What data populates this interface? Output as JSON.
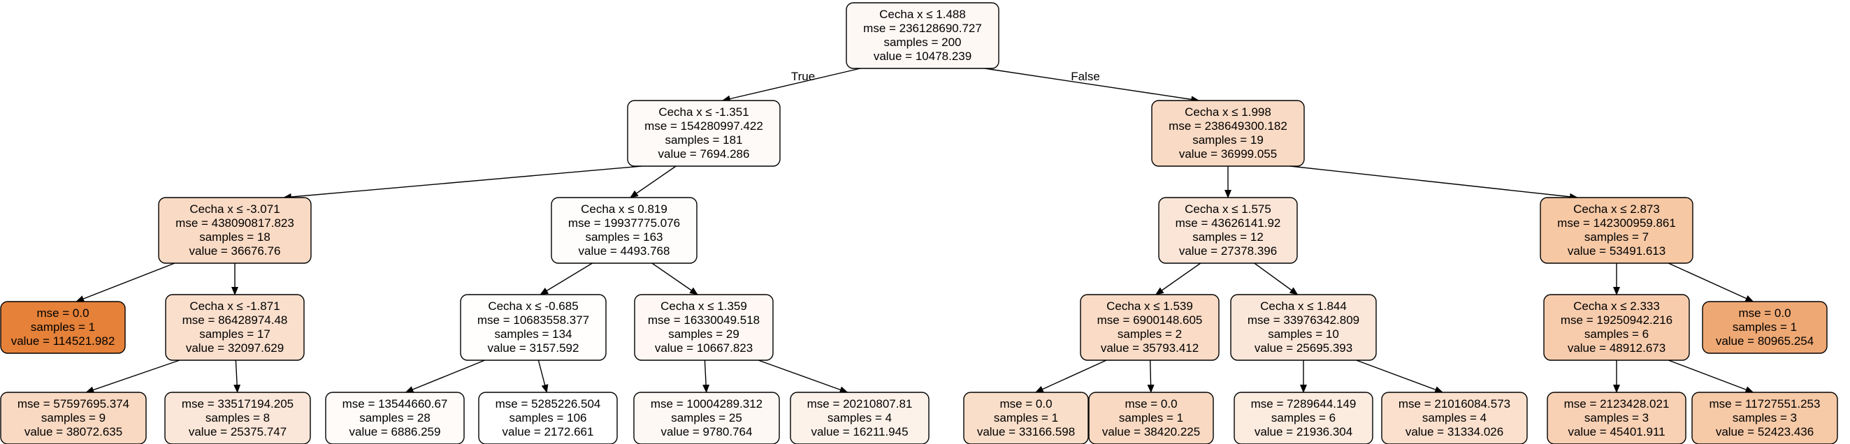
{
  "tree": {
    "nodes": [
      {
        "id": 0,
        "lines": [
          "Cecha x ≤ 1.488",
          "mse = 236128690.727",
          "samples = 200",
          "value = 10478.239"
        ],
        "fill": "#fef8f5"
      },
      {
        "id": 1,
        "lines": [
          "Cecha x ≤ -1.351",
          "mse = 154280997.422",
          "samples = 181",
          "value = 7694.286"
        ],
        "fill": "#fefaf7"
      },
      {
        "id": 2,
        "lines": [
          "Cecha x ≤ 1.998",
          "mse = 238649300.182",
          "samples = 19",
          "value = 36999.055"
        ],
        "fill": "#f9dac4"
      },
      {
        "id": 3,
        "lines": [
          "Cecha x ≤ -3.071",
          "mse = 438090817.823",
          "samples = 18",
          "value = 36676.76"
        ],
        "fill": "#f9dac4"
      },
      {
        "id": 4,
        "lines": [
          "Cecha x ≤ 0.819",
          "mse = 19937775.076",
          "samples = 163",
          "value = 4493.768"
        ],
        "fill": "#fffdfc"
      },
      {
        "id": 5,
        "lines": [
          "Cecha x ≤ 1.575",
          "mse = 43626141.92",
          "samples = 12",
          "value = 27378.396"
        ],
        "fill": "#fbe5d6"
      },
      {
        "id": 6,
        "lines": [
          "Cecha x ≤ 2.873",
          "mse = 142300959.861",
          "samples = 7",
          "value = 53491.613"
        ],
        "fill": "#f6c8a4"
      },
      {
        "id": 7,
        "lines": [
          "mse = 0.0",
          "samples = 1",
          "value = 114521.982"
        ],
        "fill": "#e58139"
      },
      {
        "id": 8,
        "lines": [
          "Cecha x ≤ -1.871",
          "mse = 86428974.48",
          "samples = 17",
          "value = 32097.629"
        ],
        "fill": "#fadfcd"
      },
      {
        "id": 9,
        "lines": [
          "Cecha x ≤ -0.685",
          "mse = 10683558.377",
          "samples = 134",
          "value = 3157.592"
        ],
        "fill": "#fffefd"
      },
      {
        "id": 10,
        "lines": [
          "Cecha x ≤ 1.359",
          "mse = 16330049.518",
          "samples = 29",
          "value = 10667.823"
        ],
        "fill": "#fef7f3"
      },
      {
        "id": 11,
        "lines": [
          "Cecha x ≤ 1.539",
          "mse = 6900148.605",
          "samples = 2",
          "value = 35793.412"
        ],
        "fill": "#f9dbc6"
      },
      {
        "id": 12,
        "lines": [
          "Cecha x ≤ 1.844",
          "mse = 33976342.809",
          "samples = 10",
          "value = 25695.393"
        ],
        "fill": "#fbe7d9"
      },
      {
        "id": 13,
        "lines": [
          "Cecha x ≤ 2.333",
          "mse = 19250942.216",
          "samples = 6",
          "value = 48912.673"
        ],
        "fill": "#f7ccad"
      },
      {
        "id": 14,
        "lines": [
          "mse = 0.0",
          "samples = 1",
          "value = 80965.254"
        ],
        "fill": "#eea874"
      },
      {
        "id": 15,
        "lines": [
          "mse = 57597695.374",
          "samples = 9",
          "value = 38072.635"
        ],
        "fill": "#f9d9c2"
      },
      {
        "id": 16,
        "lines": [
          "mse = 33517194.205",
          "samples = 8",
          "value = 25375.747"
        ],
        "fill": "#fbe7d9"
      },
      {
        "id": 17,
        "lines": [
          "mse = 13544660.67",
          "samples = 28",
          "value = 6886.259"
        ],
        "fill": "#fefbf9"
      },
      {
        "id": 18,
        "lines": [
          "mse = 5285226.504",
          "samples = 106",
          "value = 2172.661"
        ],
        "fill": "#ffffff"
      },
      {
        "id": 19,
        "lines": [
          "mse = 10004289.312",
          "samples = 25",
          "value = 9780.764"
        ],
        "fill": "#fef8f4"
      },
      {
        "id": 20,
        "lines": [
          "mse = 20210807.81",
          "samples = 4",
          "value = 16211.945"
        ],
        "fill": "#fdf2ea"
      },
      {
        "id": 21,
        "lines": [
          "mse = 0.0",
          "samples = 1",
          "value = 33166.598"
        ],
        "fill": "#f9dec9"
      },
      {
        "id": 22,
        "lines": [
          "mse = 0.0",
          "samples = 1",
          "value = 38420.225"
        ],
        "fill": "#f9d9c2"
      },
      {
        "id": 23,
        "lines": [
          "mse = 7289644.149",
          "samples = 6",
          "value = 21936.304"
        ],
        "fill": "#fcebdf"
      },
      {
        "id": 24,
        "lines": [
          "mse = 21016084.573",
          "samples = 4",
          "value = 31334.026"
        ],
        "fill": "#fae0cd"
      },
      {
        "id": 25,
        "lines": [
          "mse = 2123428.021",
          "samples = 3",
          "value = 45401.911"
        ],
        "fill": "#f8d0b4"
      },
      {
        "id": 26,
        "lines": [
          "mse = 11727551.253",
          "samples = 3",
          "value = 52423.436"
        ],
        "fill": "#f6c9a7"
      }
    ],
    "edges": [
      {
        "from": 0,
        "to": 1,
        "label": "True"
      },
      {
        "from": 0,
        "to": 2,
        "label": "False"
      },
      {
        "from": 1,
        "to": 3
      },
      {
        "from": 1,
        "to": 4
      },
      {
        "from": 2,
        "to": 5
      },
      {
        "from": 2,
        "to": 6
      },
      {
        "from": 3,
        "to": 7
      },
      {
        "from": 3,
        "to": 8
      },
      {
        "from": 4,
        "to": 9
      },
      {
        "from": 4,
        "to": 10
      },
      {
        "from": 5,
        "to": 11
      },
      {
        "from": 5,
        "to": 12
      },
      {
        "from": 6,
        "to": 13
      },
      {
        "from": 6,
        "to": 14
      },
      {
        "from": 8,
        "to": 15
      },
      {
        "from": 8,
        "to": 16
      },
      {
        "from": 9,
        "to": 17
      },
      {
        "from": 9,
        "to": 18
      },
      {
        "from": 10,
        "to": 19
      },
      {
        "from": 10,
        "to": 20
      },
      {
        "from": 11,
        "to": 21
      },
      {
        "from": 11,
        "to": 22
      },
      {
        "from": 12,
        "to": 23
      },
      {
        "from": 12,
        "to": 24
      },
      {
        "from": 13,
        "to": 25
      },
      {
        "from": 13,
        "to": 26
      }
    ]
  }
}
